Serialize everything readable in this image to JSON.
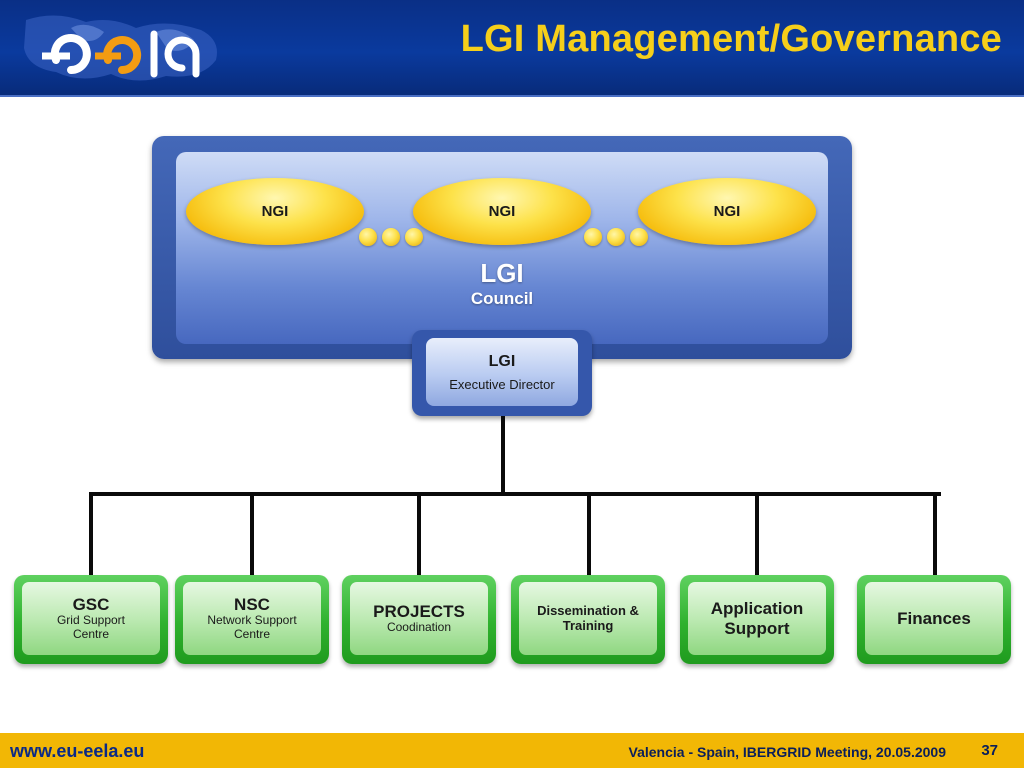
{
  "header": {
    "title": "LGI Management/Governance",
    "logo_text": "eeLA"
  },
  "council": {
    "title": "LGI",
    "subtitle": "Council",
    "members": [
      "NGI",
      "NGI",
      "NGI"
    ]
  },
  "executive": {
    "title": "LGI",
    "subtitle": "Executive Director"
  },
  "departments": [
    {
      "title": "GSC",
      "subtitle": "Grid Support Centre"
    },
    {
      "title": "NSC",
      "subtitle": "Network Support Centre"
    },
    {
      "title": "PROJECTS",
      "subtitle": "Coodination"
    },
    {
      "title": "Dissemination & Training",
      "subtitle": ""
    },
    {
      "title": "Application Support",
      "subtitle": ""
    },
    {
      "title": "Finances",
      "subtitle": ""
    }
  ],
  "footer": {
    "url": "www.eu-eela.eu",
    "meeting": "Valencia - Spain, IBERGRID Meeting, 20.05.2009",
    "page": "37"
  },
  "colors": {
    "header_bg": "#0a3a9e",
    "title": "#f6cf1a",
    "footer_bg": "#f2b705",
    "council_blue": "#2f4f9c",
    "ngi_yellow": "#fde24a",
    "dept_green": "#2fb12e"
  }
}
